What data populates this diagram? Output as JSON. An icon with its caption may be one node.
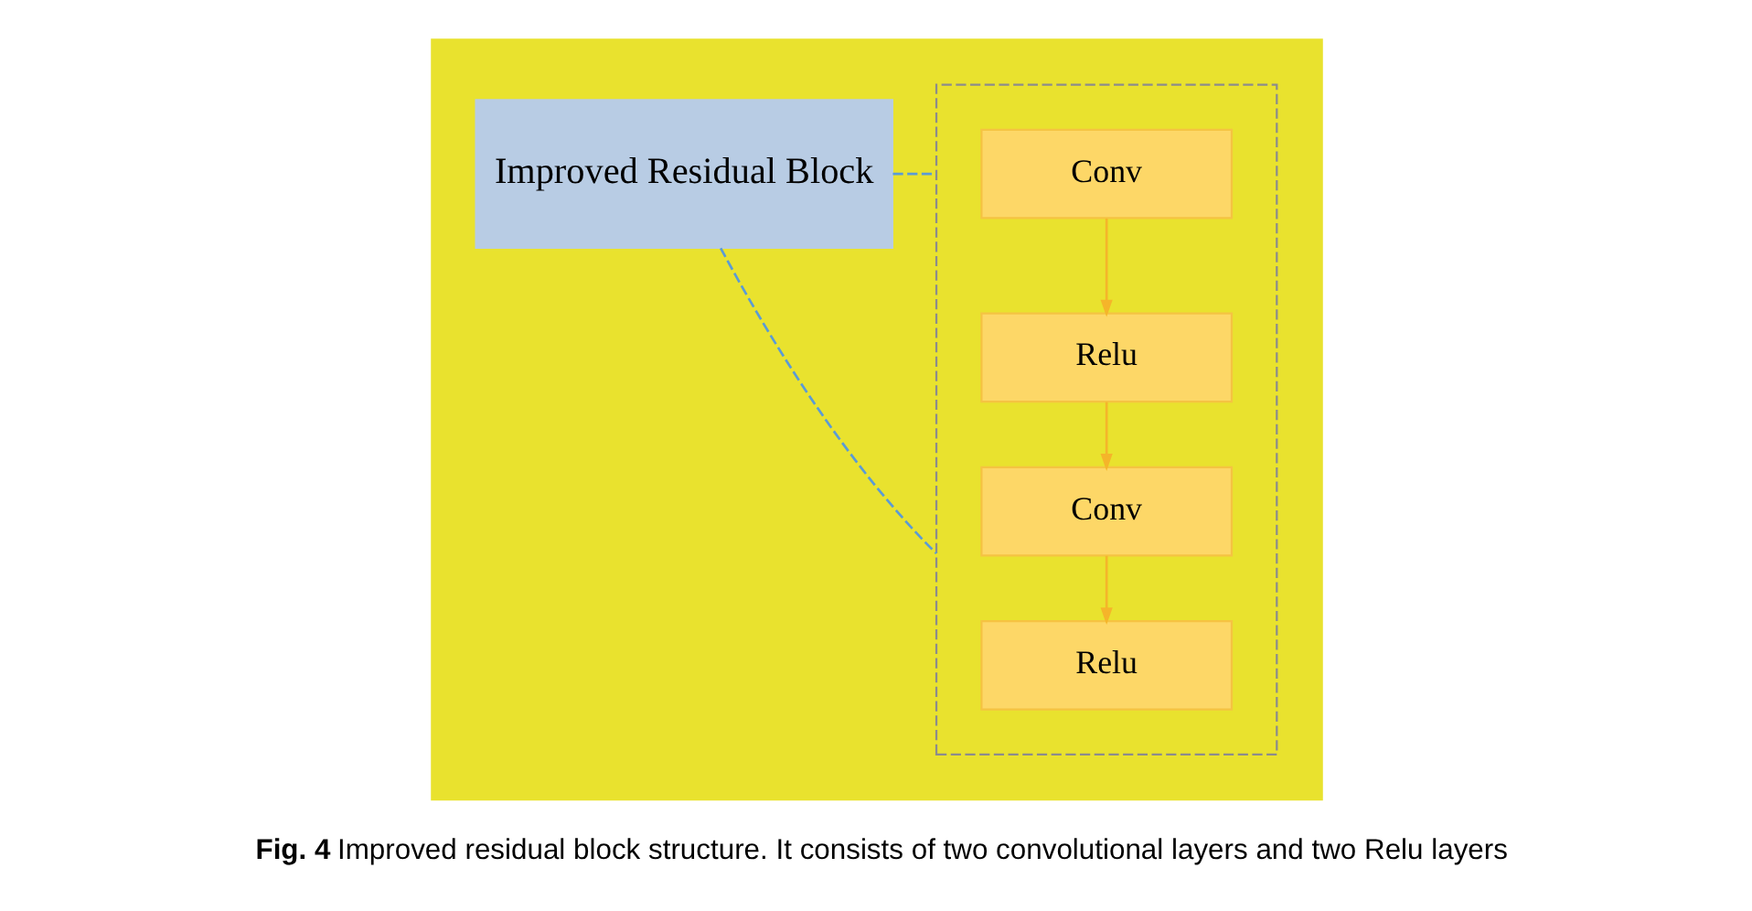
{
  "diagram": {
    "caption": "**Fig. 4** Improved residual block structure. It consists of two convolutional layers and two Relu layers",
    "nodes": [
      {
        "text": [],
        "shape": "box"
      },
      {
        "text": [
          "Improved Residual Block"
        ],
        "in": 0
      },
      {
        "text": [],
        "shape": "box",
        "in": 0
      },
      {
        "text": [
          "Conv"
        ],
        "in": 2
      },
      {
        "text": [
          "Relu"
        ],
        "in": 2
      },
      {
        "text": [
          "Conv"
        ],
        "in": 2
      },
      {
        "text": [
          "Relu"
        ],
        "in": 2
      }
    ],
    "edges": [
      {
        "from": 1,
        "to": 2,
        "arrow": "none",
        "style": "dashed",
        "color": "#5b9bd5"
      },
      {
        "from": 1,
        "to": 2,
        "arrow": "none",
        "style": "dashed",
        "color": "#5b9bd5"
      },
      {
        "from": 3,
        "to": 4,
        "arrow": "to"
      },
      {
        "from": 4,
        "to": 5,
        "arrow": "to"
      },
      {
        "from": 5,
        "to": 6,
        "arrow": "to"
      }
    ]
  }
}
